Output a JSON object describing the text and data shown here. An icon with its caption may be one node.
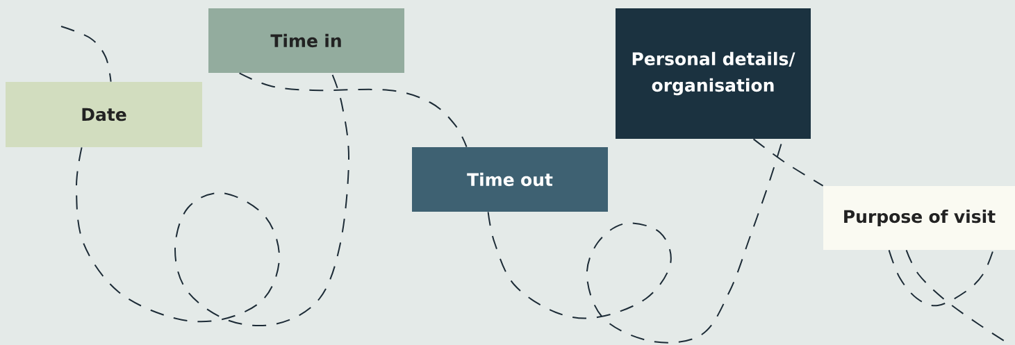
{
  "diagram": {
    "nodes": [
      {
        "text": [
          "Date"
        ]
      },
      {
        "text": [
          "Time in"
        ]
      },
      {
        "text": [
          "Time out"
        ]
      },
      {
        "text": [
          "Personal details/ organisation"
        ]
      },
      {
        "text": [
          "Purpose of visit"
        ]
      }
    ],
    "edges": [
      {
        "from": null,
        "to": 0,
        "arrow": "none",
        "style": "dashed"
      },
      {
        "from": 0,
        "to": 1,
        "arrow": "none",
        "style": "dashed"
      },
      {
        "from": 1,
        "to": 2,
        "arrow": "none",
        "style": "dashed"
      },
      {
        "from": 2,
        "to": 3,
        "arrow": "none",
        "style": "dashed"
      },
      {
        "from": 3,
        "to": 4,
        "arrow": "none",
        "style": "dashed"
      },
      {
        "from": 4,
        "to": 4,
        "arrow": "none",
        "style": "dashed"
      },
      {
        "from": 4,
        "to": null,
        "arrow": "none",
        "style": "dashed"
      }
    ]
  }
}
